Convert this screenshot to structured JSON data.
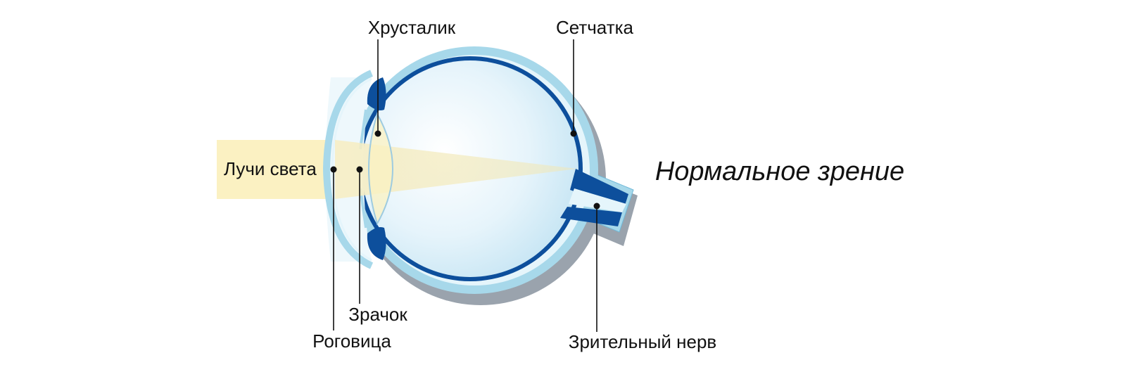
{
  "title": "Нормальное зрение",
  "labels": {
    "lens": "Хрусталик",
    "retina": "Сетчатка",
    "light_rays": "Лучи света",
    "pupil": "Зрачок",
    "cornea": "Роговица",
    "optic_nerve": "Зрительный нерв"
  },
  "colors": {
    "light_beam": "#fbf1c2",
    "dark_blue": "#0d4f9c",
    "light_blue": "#a7d8ea",
    "sclera_fill": "#d9eff8",
    "shadow": "#9aa3ad",
    "text": "#111111"
  }
}
